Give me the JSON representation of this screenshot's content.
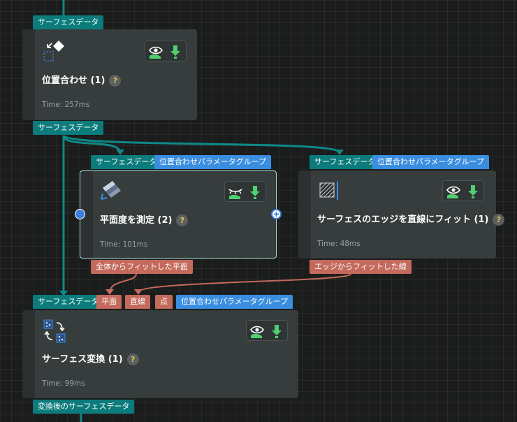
{
  "nodes": {
    "alignment": {
      "title": "位置合わせ (1)",
      "time": "Time: 257ms",
      "input_port": "サーフェスデータ",
      "output_port": "サーフェスデータ",
      "icon": "alignment-icon"
    },
    "measure_flatness": {
      "title": "平面度を測定 (2)",
      "time": "Time: 101ms",
      "input_ports": [
        "サーフェスデータ",
        "位置合わせパラメータグループ"
      ],
      "output_port": "全体からフィットした平面",
      "icon": "flatness-icon"
    },
    "fit_edge_line": {
      "title": "サーフェスのエッジを直線にフィット (1)",
      "time": "Time: 48ms",
      "input_ports": [
        "サーフェスデータ",
        "位置合わせパラメータグループ"
      ],
      "output_port": "エッジからフィットした線",
      "icon": "edge-line-icon"
    },
    "surface_transform": {
      "title": "サーフェス変換 (1)",
      "time": "Time: 99ms",
      "input_ports": [
        "サーフェスデータ",
        "平面",
        "直線",
        "点",
        "位置合わせパラメータグループ"
      ],
      "output_port": "変換後のサーフェスデータ",
      "icon": "transform-icon"
    }
  },
  "help_mark": "?",
  "colors": {
    "teal_port": "#0b7b7b",
    "blue_port": "#3a8ee0",
    "red_port": "#c46a5c",
    "wire_teal": "#0d8a88",
    "wire_red": "#c46a5c",
    "node_bg": "#373c3c",
    "selected_border": "#a9e6dd",
    "help_q": "#e6c44a",
    "eye_green": "#4fd071"
  }
}
